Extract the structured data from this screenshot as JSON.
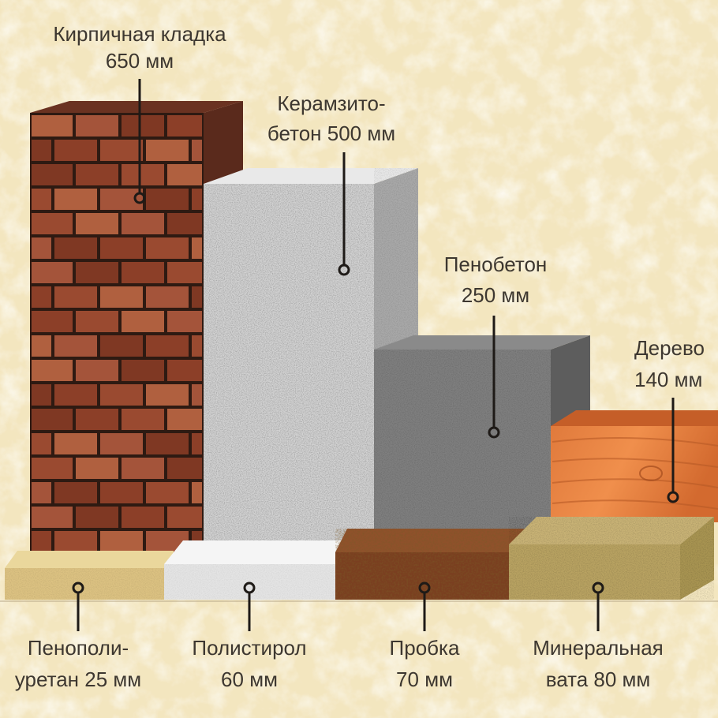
{
  "materials": [
    {
      "id": "brick",
      "name_lines": [
        "Кирпичная кладка",
        "650 мм"
      ],
      "thickness_mm": 650,
      "color": "#9a4a30"
    },
    {
      "id": "expanded-clay-concrete",
      "name_lines": [
        "Керамзито-",
        "бетон 500 мм"
      ],
      "thickness_mm": 500,
      "color": "#d4d4d4"
    },
    {
      "id": "foam-concrete",
      "name_lines": [
        "Пенобетон",
        "250 мм"
      ],
      "thickness_mm": 250,
      "color": "#8e8e8e"
    },
    {
      "id": "wood",
      "name_lines": [
        "Дерево",
        "140 мм"
      ],
      "thickness_mm": 140,
      "color": "#d9753a"
    },
    {
      "id": "polyurethane-foam",
      "name_lines": [
        "Пенополи-",
        "уретан 25 мм"
      ],
      "thickness_mm": 25,
      "color": "#e3cf8e"
    },
    {
      "id": "polystyrene",
      "name_lines": [
        "Полистирол",
        "60 мм"
      ],
      "thickness_mm": 60,
      "color": "#ececec"
    },
    {
      "id": "cork",
      "name_lines": [
        "Пробка",
        "70 мм"
      ],
      "thickness_mm": 70,
      "color": "#8a4e2a"
    },
    {
      "id": "mineral-wool",
      "name_lines": [
        "Минеральная",
        "вата 80 мм"
      ],
      "thickness_mm": 80,
      "color": "#c9b16a"
    }
  ],
  "colors": {
    "background": "#f3e6bf",
    "label_text": "#3d3730",
    "leader_line": "#1e1a17"
  }
}
